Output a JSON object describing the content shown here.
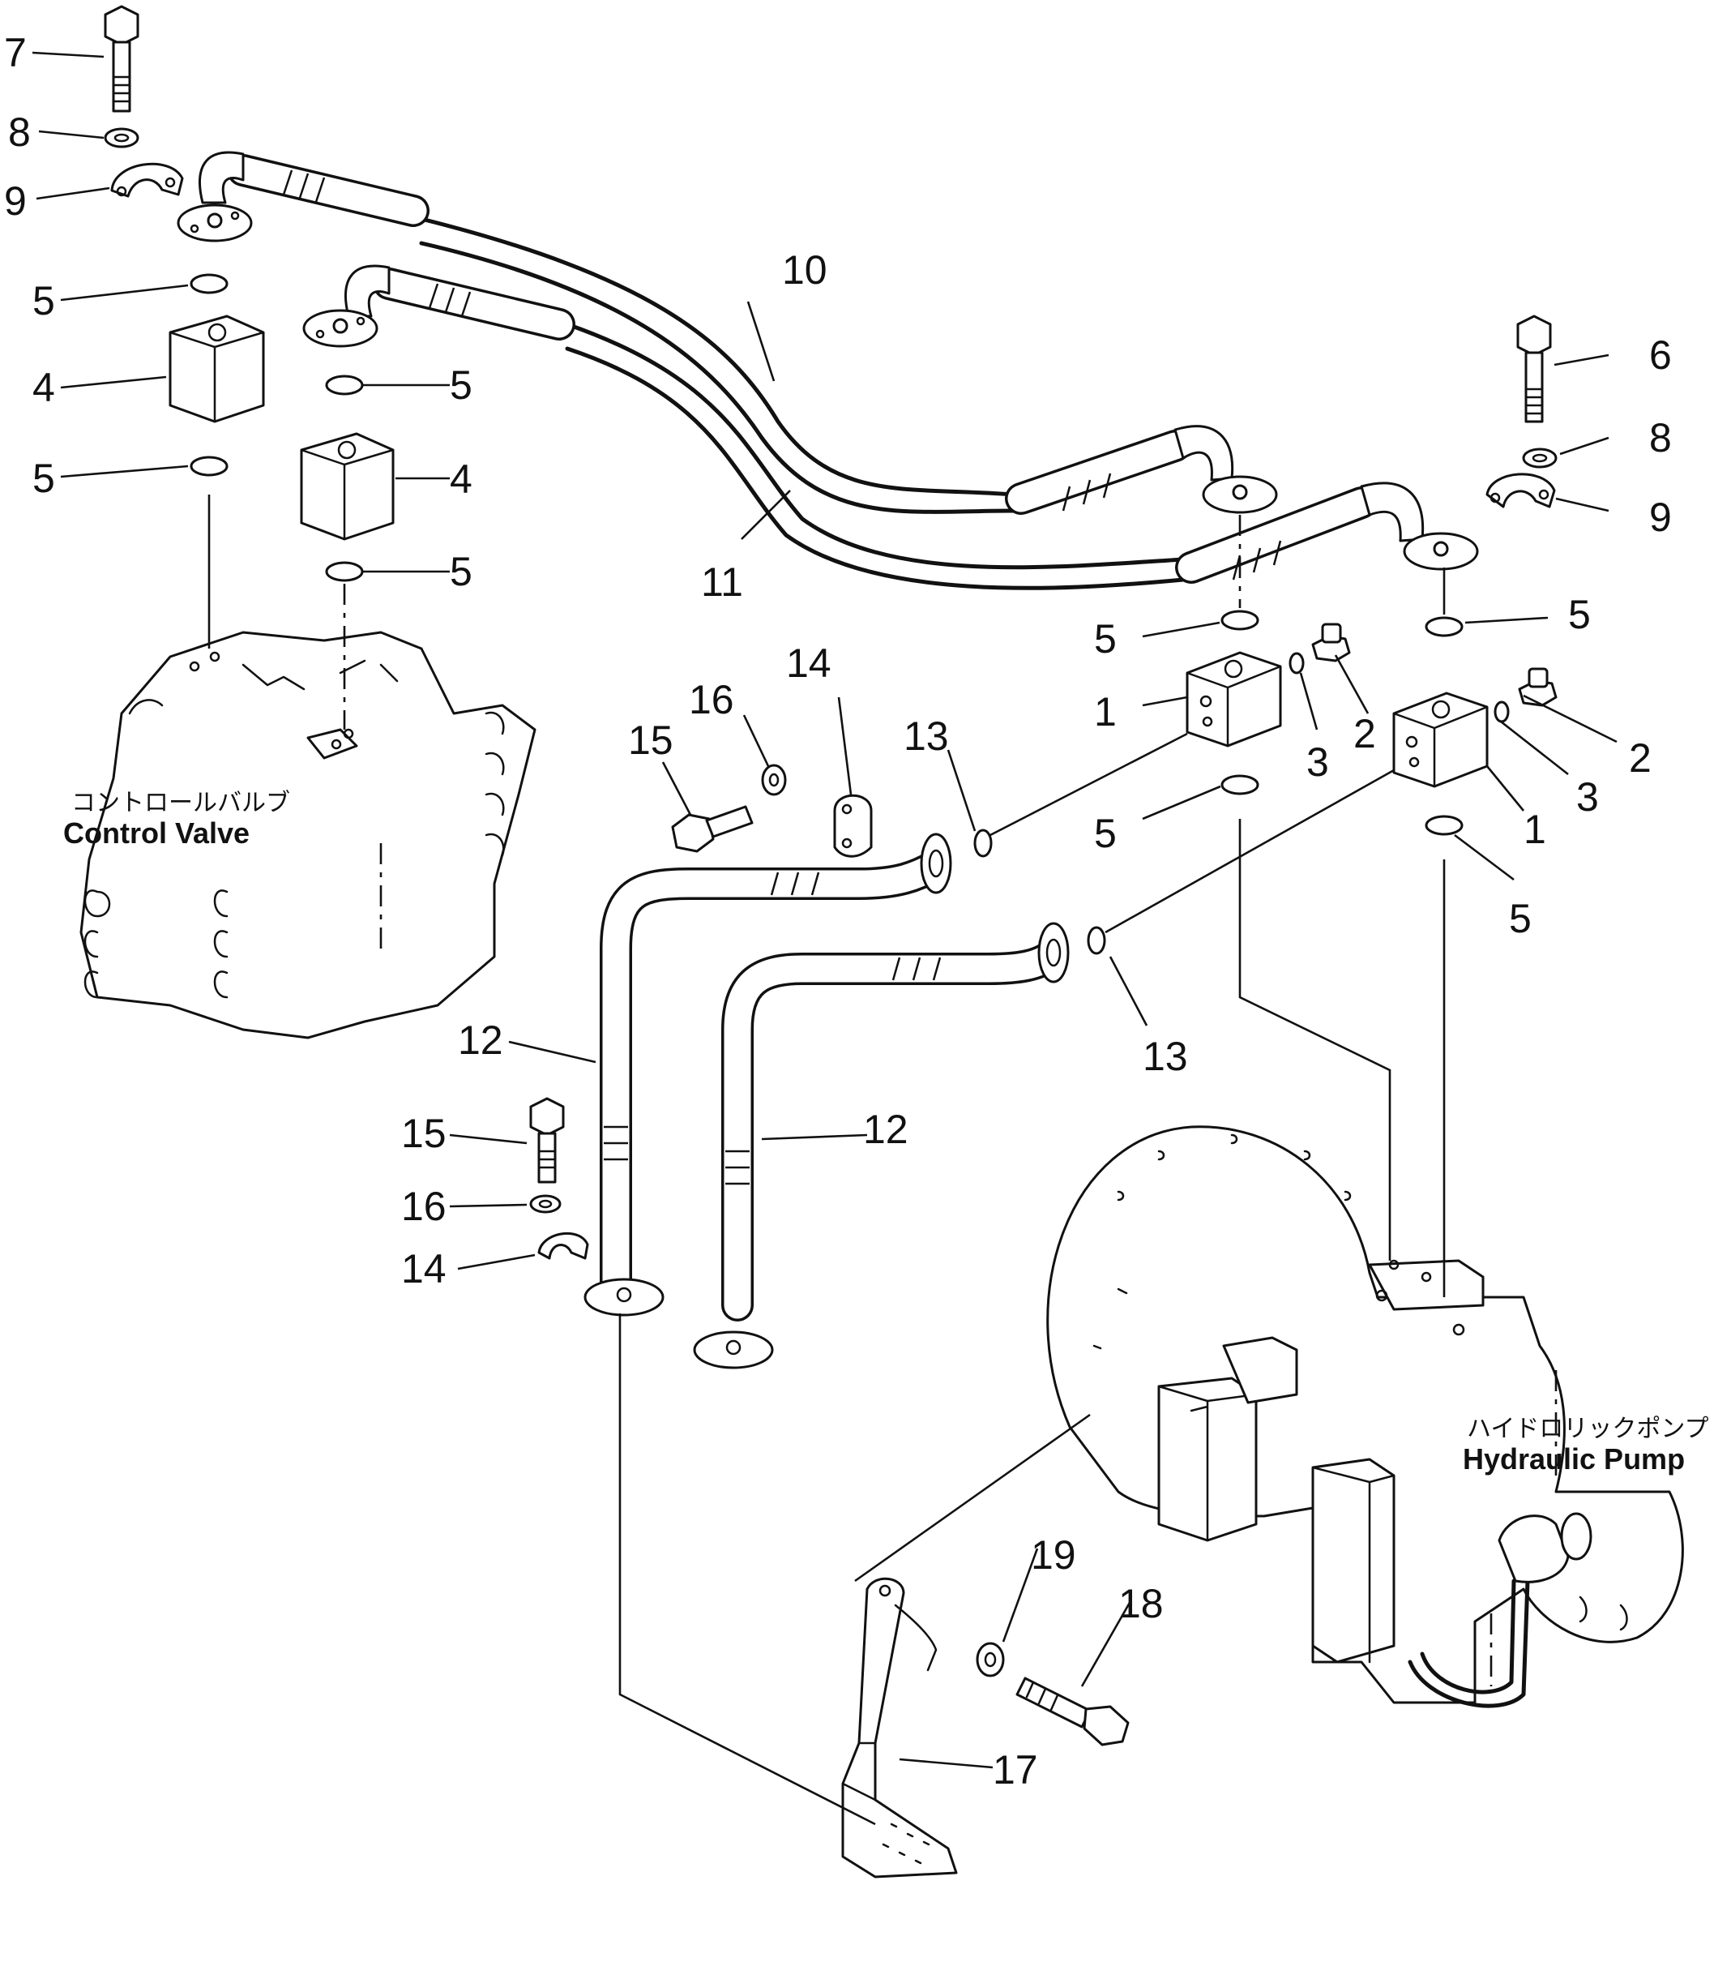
{
  "labels": {
    "control_valve_jp": "コントロールバルブ",
    "control_valve_en": "Control  Valve",
    "hydraulic_pump_jp": "ハイドロリックポンプ",
    "hydraulic_pump_en": "Hydraulic  Pump"
  },
  "callouts": {
    "c1": "1",
    "c2": "2",
    "c3": "3",
    "c4": "4",
    "c5": "5",
    "c6": "6",
    "c7": "7",
    "c8": "8",
    "c9": "9",
    "c10": "10",
    "c11": "11",
    "c12": "12",
    "c13": "13",
    "c14": "14",
    "c15": "15",
    "c16": "16",
    "c17": "17",
    "c18": "18",
    "c19": "19"
  }
}
